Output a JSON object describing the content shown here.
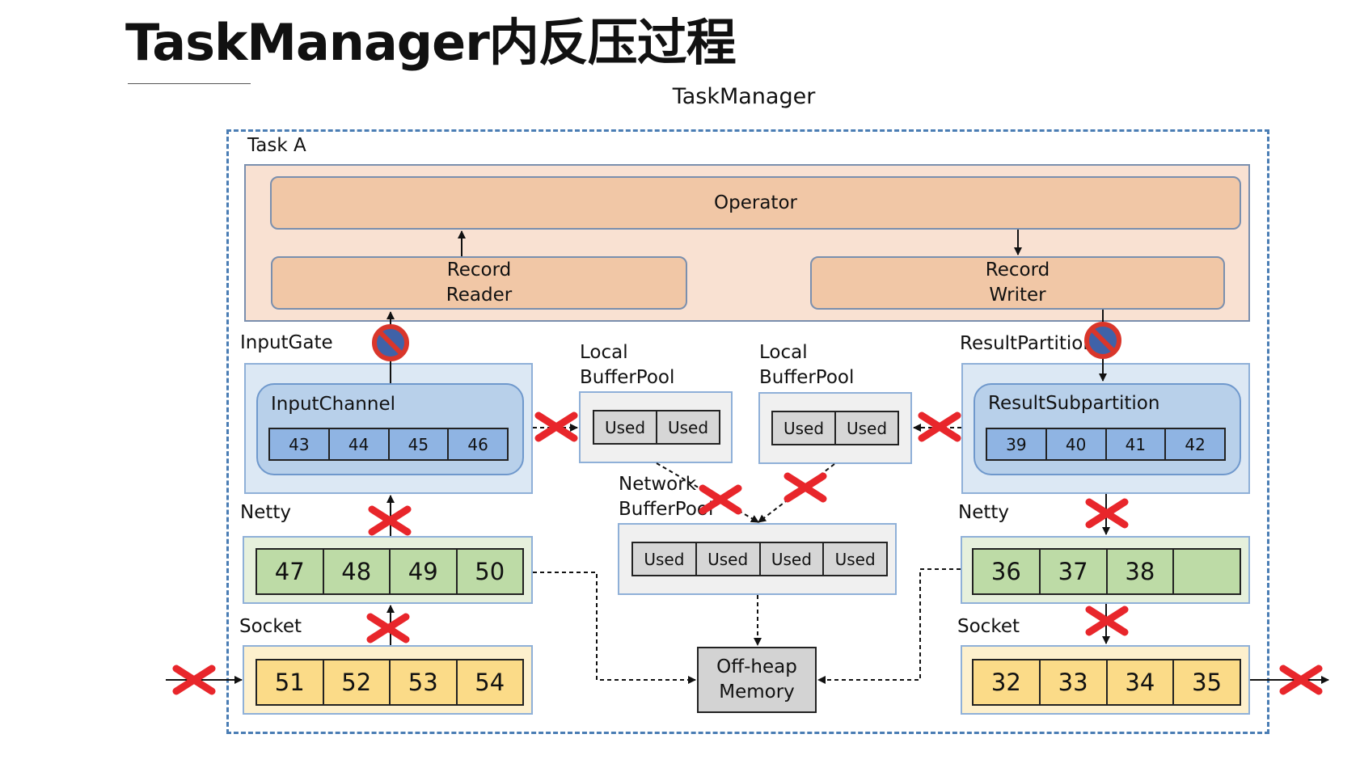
{
  "page": {
    "title": "TaskManager内反压过程"
  },
  "diagram": {
    "container_label": "TaskManager",
    "task_label": "Task A",
    "operator": "Operator",
    "record_reader": {
      "line1": "Record",
      "line2": "Reader"
    },
    "record_writer": {
      "line1": "Record",
      "line2": "Writer"
    },
    "input_gate_label": "InputGate",
    "input_channel_label": "InputChannel",
    "input_channel_buffers": [
      "43",
      "44",
      "45",
      "46"
    ],
    "result_partition_label": "ResultPartition",
    "result_subpartition_label": "ResultSubpartition",
    "result_subpartition_buffers": [
      "39",
      "40",
      "41",
      "42"
    ],
    "local_buffer_pool_left": {
      "line1": "Local",
      "line2": "BufferPool",
      "slots": [
        "Used",
        "Used"
      ]
    },
    "local_buffer_pool_right": {
      "line1": "Local",
      "line2": "BufferPool",
      "slots": [
        "Used",
        "Used"
      ]
    },
    "network_buffer_pool": {
      "line1": "Network",
      "line2": "BufferPool",
      "slots": [
        "Used",
        "Used",
        "Used",
        "Used"
      ]
    },
    "netty_left": {
      "label": "Netty",
      "buffers": [
        "47",
        "48",
        "49",
        "50"
      ]
    },
    "netty_right": {
      "label": "Netty",
      "buffers": [
        "36",
        "37",
        "38",
        ""
      ]
    },
    "socket_left": {
      "label": "Socket",
      "buffers": [
        "51",
        "52",
        "53",
        "54"
      ]
    },
    "socket_right": {
      "label": "Socket",
      "buffers": [
        "32",
        "33",
        "34",
        "35"
      ]
    },
    "off_heap": {
      "line1": "Off-heap",
      "line2": "Memory"
    }
  },
  "colors": {
    "task_border": "#4a7db4",
    "operator_fill": "#f1c7a6",
    "operator_panel_fill": "#f9e1d2",
    "channel_fill": "#b8d0ea",
    "gate_panel_fill": "#dce8f4",
    "netty_fill": "#bddba6",
    "netty_panel_fill": "#e6f0dc",
    "socket_fill": "#fbdb88",
    "socket_panel_fill": "#fdf0cd",
    "pool_panel_fill": "#f0f0f0",
    "used_fill": "#d6d6d6",
    "offheap_fill": "#d3d3d3",
    "block_red": "#d9362b",
    "block_blue": "#3f62a8",
    "cross_red": "#e8262b"
  }
}
